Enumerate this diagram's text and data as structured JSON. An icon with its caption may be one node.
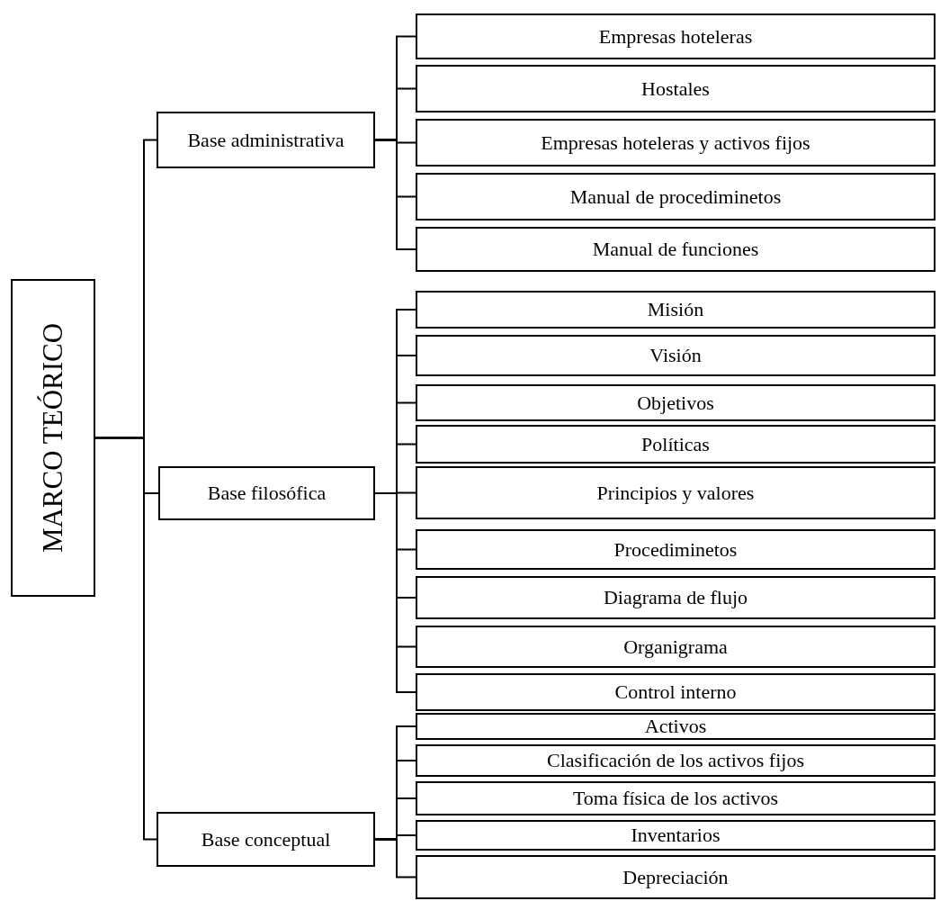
{
  "diagram": {
    "nodes": [
      {
        "text": [
          "MARCO TEÓRICO"
        ]
      },
      {
        "text": [
          "Base administrativa"
        ]
      },
      {
        "text": [
          "Empresas hoteleras"
        ]
      },
      {
        "text": [
          "Hostales"
        ]
      },
      {
        "text": [
          "Empresas hoteleras y activos fijos"
        ]
      },
      {
        "text": [
          "Manual de procediminetos"
        ]
      },
      {
        "text": [
          "Manual de funciones"
        ]
      },
      {
        "text": [
          "Base filosófica"
        ]
      },
      {
        "text": [
          "Misión"
        ]
      },
      {
        "text": [
          "Visión"
        ]
      },
      {
        "text": [
          "Objetivos"
        ]
      },
      {
        "text": [
          "Políticas"
        ]
      },
      {
        "text": [
          "Principios y valores"
        ]
      },
      {
        "text": [
          "Procediminetos"
        ]
      },
      {
        "text": [
          "Diagrama de flujo"
        ]
      },
      {
        "text": [
          "Organigrama"
        ]
      },
      {
        "text": [
          "Control interno"
        ]
      },
      {
        "text": [
          "Base conceptual"
        ]
      },
      {
        "text": [
          "Activos"
        ]
      },
      {
        "text": [
          "Clasificación de los activos fijos"
        ]
      },
      {
        "text": [
          "Toma física de los activos"
        ]
      },
      {
        "text": [
          "Inventarios"
        ]
      },
      {
        "text": [
          "Depreciación"
        ]
      }
    ],
    "edges": [
      {
        "from": 0,
        "to": 1,
        "arrow": "none"
      },
      {
        "from": 1,
        "to": 2,
        "arrow": "none"
      },
      {
        "from": 1,
        "to": 3,
        "arrow": "none"
      },
      {
        "from": 1,
        "to": 4,
        "arrow": "none"
      },
      {
        "from": 1,
        "to": 5,
        "arrow": "none"
      },
      {
        "from": 1,
        "to": 6,
        "arrow": "none"
      },
      {
        "from": 0,
        "to": 7,
        "arrow": "none"
      },
      {
        "from": 7,
        "to": 8,
        "arrow": "none"
      },
      {
        "from": 7,
        "to": 9,
        "arrow": "none"
      },
      {
        "from": 7,
        "to": 10,
        "arrow": "none"
      },
      {
        "from": 7,
        "to": 11,
        "arrow": "none"
      },
      {
        "from": 7,
        "to": 12,
        "arrow": "none"
      },
      {
        "from": 7,
        "to": 13,
        "arrow": "none"
      },
      {
        "from": 7,
        "to": 14,
        "arrow": "none"
      },
      {
        "from": 7,
        "to": 15,
        "arrow": "none"
      },
      {
        "from": 7,
        "to": 16,
        "arrow": "none"
      },
      {
        "from": 0,
        "to": 17,
        "arrow": "none"
      },
      {
        "from": 17,
        "to": 18,
        "arrow": "none"
      },
      {
        "from": 17,
        "to": 19,
        "arrow": "none"
      },
      {
        "from": 17,
        "to": 20,
        "arrow": "none"
      },
      {
        "from": 17,
        "to": 21,
        "arrow": "none"
      },
      {
        "from": 17,
        "to": 22,
        "arrow": "none"
      }
    ]
  }
}
